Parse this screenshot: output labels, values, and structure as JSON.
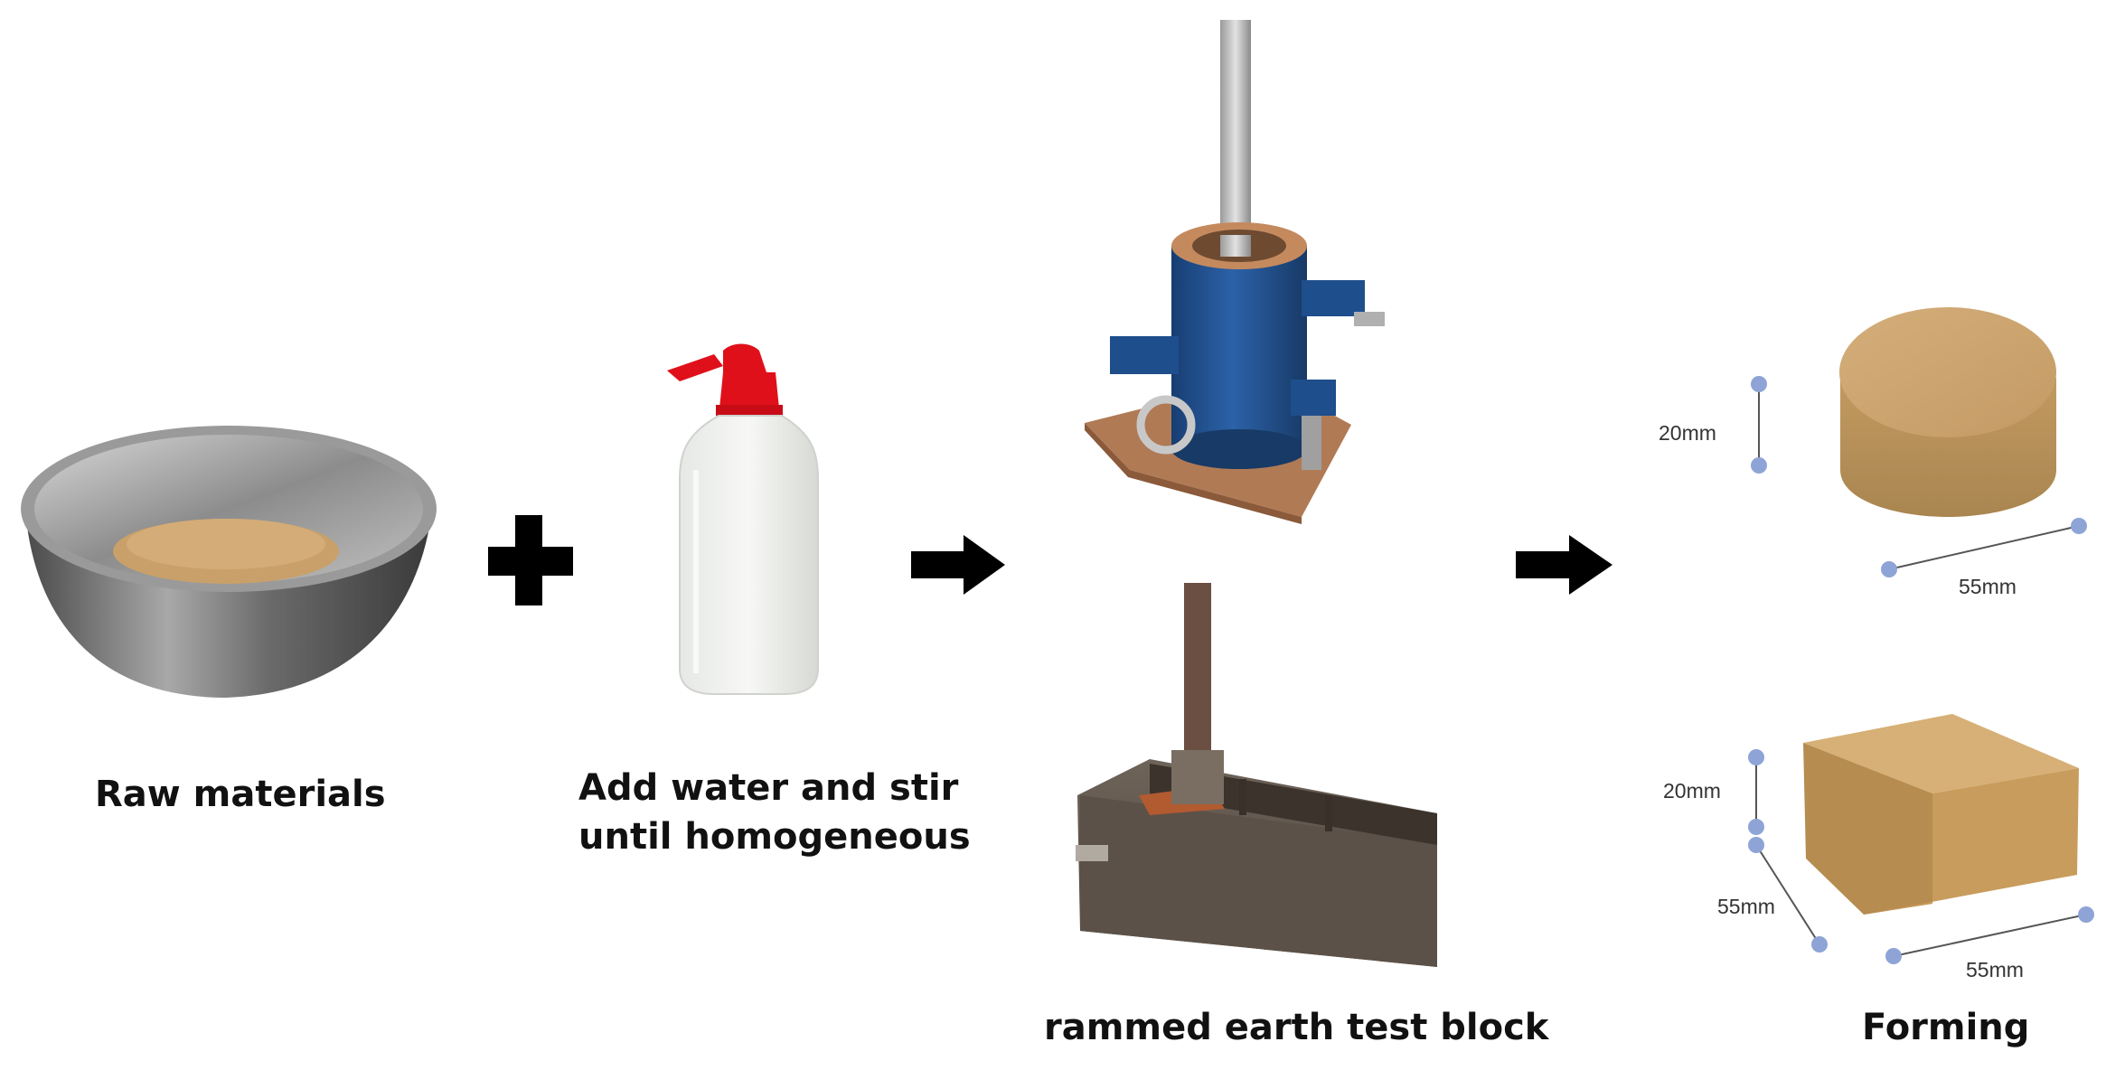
{
  "captions": {
    "raw_materials": "Raw materials",
    "add_water_line1": "Add water and stir",
    "add_water_line2": "until homogeneous",
    "rammed_earth": "rammed earth test block",
    "forming": "Forming"
  },
  "dimensions": {
    "cylinder_height": "20mm",
    "cylinder_diameter": "55mm",
    "cube_height": "20mm",
    "cube_depth": "55mm",
    "cube_width": "55mm"
  },
  "colors": {
    "soil": "#c9a06a",
    "bottle_cap": "#e0101a",
    "mold_blue": "#1e4e8c",
    "steel": "#8a8a8a",
    "dimension_dot": "#8ea4d6",
    "arrow": "#000000"
  }
}
